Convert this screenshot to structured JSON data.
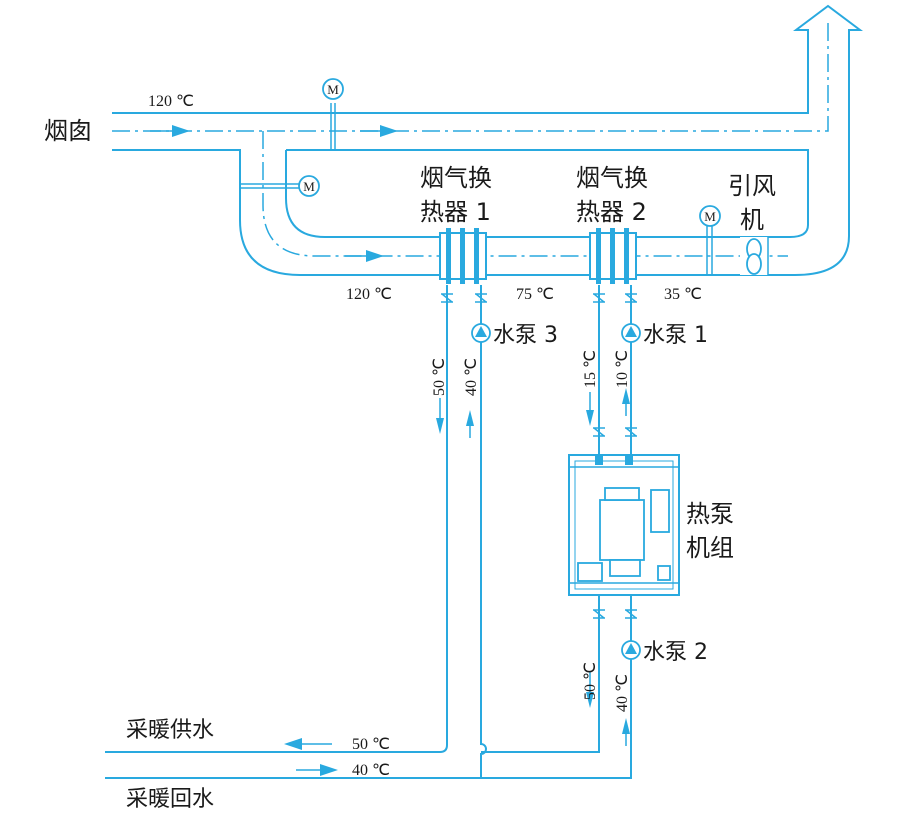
{
  "labels": {
    "chimney": "烟囱",
    "hx1_line1": "烟气换",
    "hx1_line2": "热器 1",
    "hx2_line1": "烟气换",
    "hx2_line2": "热器 2",
    "fan_line1": "引风",
    "fan_line2": "机",
    "pump3": "水泵 3",
    "pump1": "水泵 1",
    "pump2": "水泵 2",
    "heatpump_line1": "热泵",
    "heatpump_line2": "机组",
    "supply": "采暖供水",
    "return": "采暖回水",
    "motor": "M"
  },
  "temps": {
    "flue_top": "120 ℃",
    "flue_in": "120 ℃",
    "flue_mid": "75 ℃",
    "flue_out": "35 ℃",
    "loop3_down": "50 ℃",
    "loop3_up": "40 ℃",
    "loop1_down": "15 ℃",
    "loop1_up": "10 ℃",
    "loop2_down": "50 ℃",
    "loop2_up": "40 ℃",
    "supply": "50 ℃",
    "return": "40 ℃"
  },
  "colors": {
    "pipe": "#29a9df",
    "text": "#1a1a1a"
  }
}
